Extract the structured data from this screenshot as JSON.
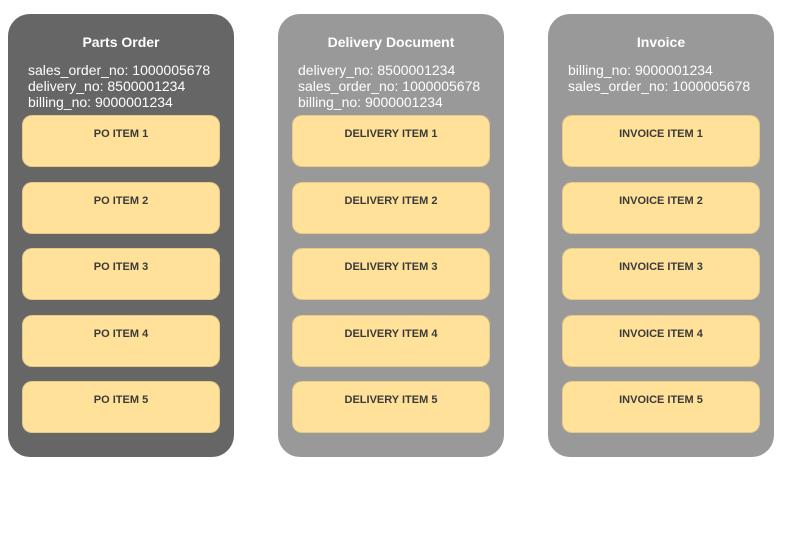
{
  "colors": {
    "dark_column": "#666666",
    "light_column": "#999999",
    "item_fill": "#ffe199",
    "text_light": "#ffffff",
    "item_text": "#3a3a3a"
  },
  "columns": [
    {
      "title": "Parts Order",
      "color": "#666666",
      "fields": [
        "sales_order_no: 1000005678",
        "delivery_no: 8500001234",
        "billing_no: 9000001234"
      ],
      "items": [
        "PO ITEM 1",
        "PO ITEM 2",
        "PO ITEM 3",
        "PO ITEM 4",
        "PO ITEM 5"
      ]
    },
    {
      "title": "Delivery Document",
      "color": "#999999",
      "fields": [
        "delivery_no: 8500001234",
        "sales_order_no: 1000005678",
        "billing_no: 9000001234"
      ],
      "items": [
        "DELIVERY ITEM 1",
        "DELIVERY ITEM 2",
        "DELIVERY ITEM 3",
        "DELIVERY ITEM 4",
        "DELIVERY ITEM 5"
      ]
    },
    {
      "title": "Invoice",
      "color": "#999999",
      "fields": [
        "billing_no: 9000001234",
        "sales_order_no: 1000005678"
      ],
      "items": [
        "INVOICE ITEM 1",
        "INVOICE ITEM 2",
        "INVOICE ITEM 3",
        "INVOICE ITEM 4",
        "INVOICE ITEM 5"
      ]
    }
  ]
}
